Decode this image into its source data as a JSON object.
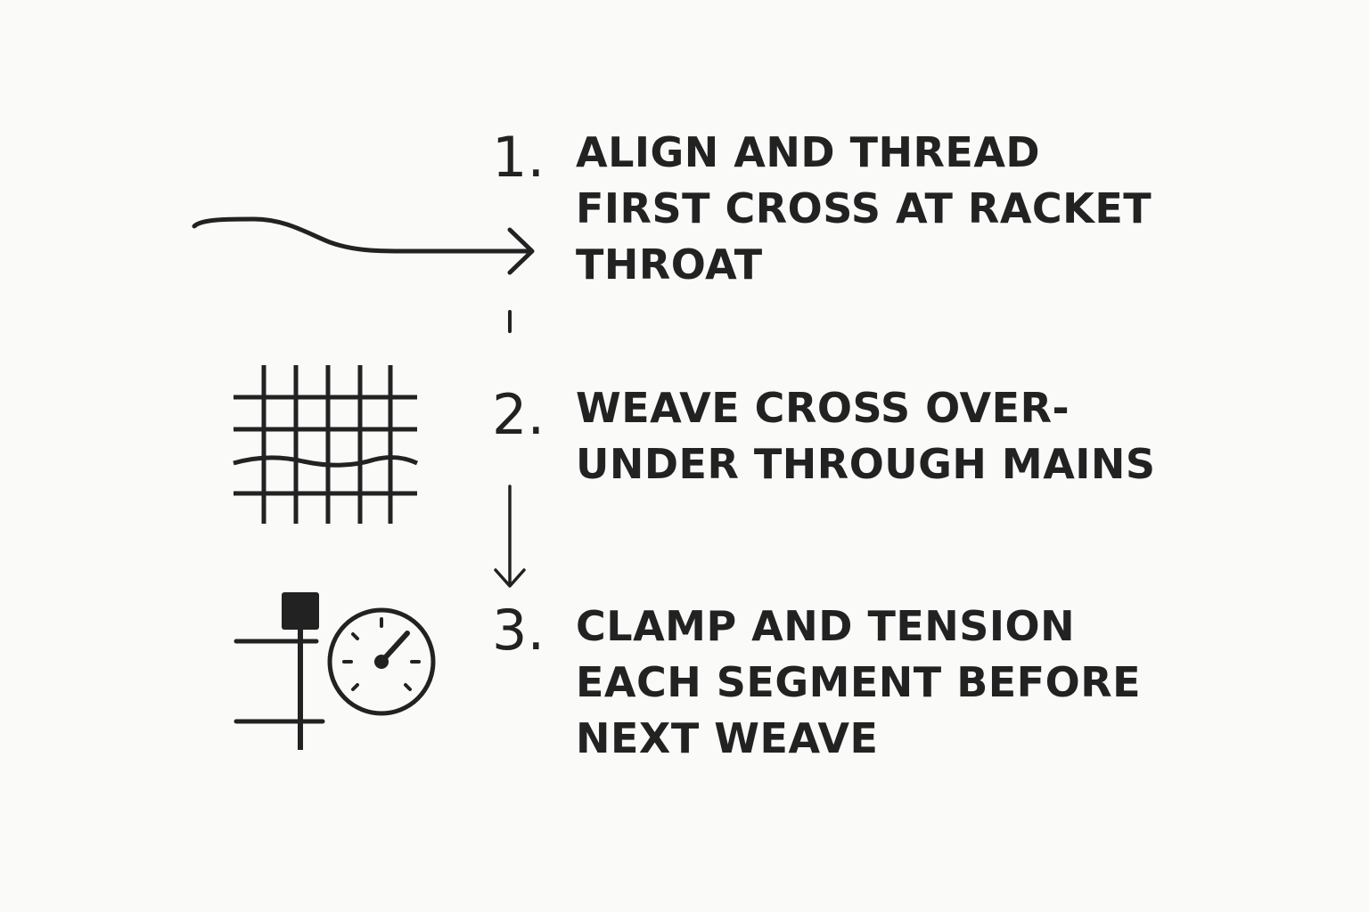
{
  "colors": {
    "background": "#fafaf9",
    "ink": "#222222"
  },
  "steps": [
    {
      "number": "1.",
      "lines": [
        "ALIGN AND THREAD",
        "FIRST CROSS AT RACKET",
        "THROAT"
      ],
      "icon": "wavy-arrow-icon"
    },
    {
      "number": "2.",
      "lines": [
        "WEAVE CROSS OVER-",
        "UNDER THROUGH MAINS"
      ],
      "icon": "string-grid-icon"
    },
    {
      "number": "3.",
      "lines": [
        "CLAMP AND TENSION",
        "EACH SEGMENT BEFORE",
        "NEXT WEAVE"
      ],
      "icon": "clamp-gauge-icon"
    }
  ]
}
